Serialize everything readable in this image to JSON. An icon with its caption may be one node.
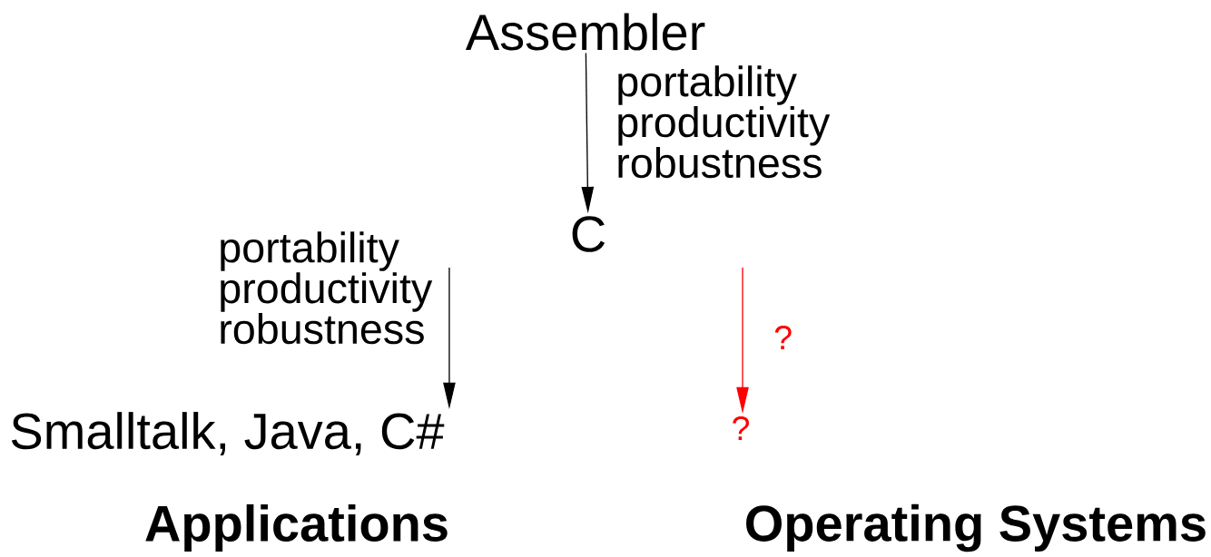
{
  "diagram": {
    "nodes": [
      {
        "text": [
          "Assembler"
        ]
      },
      {
        "text": [
          "C"
        ]
      },
      {
        "text": [
          "Smalltalk, Java, C#"
        ]
      },
      {
        "text": [
          "?"
        ]
      }
    ],
    "edges": [
      {
        "from": 0,
        "to": 1,
        "arrow": "to",
        "label": "portability productivity robustness"
      },
      {
        "from": null,
        "to": 2,
        "arrow": "to",
        "label": "portability productivity robustness"
      },
      {
        "from": null,
        "to": 3,
        "arrow": "to",
        "label": "?",
        "color": "#ff0000"
      }
    ],
    "labels": [
      "Applications",
      "Operating Systems"
    ]
  }
}
